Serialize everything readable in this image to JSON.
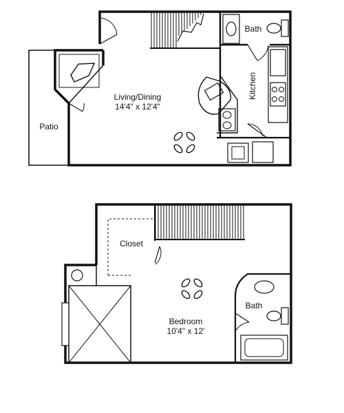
{
  "upper_floor": {
    "living": {
      "name": "Living/Dining",
      "size": "14'4\" x 12'4\""
    },
    "patio": "Patio",
    "kitchen": "Kitchen",
    "bath": "Bath"
  },
  "lower_floor": {
    "bedroom": {
      "name": "Bedroom",
      "size": "10'4\" x 12'"
    },
    "closet": "Closet",
    "bath": "Bath"
  },
  "colors": {
    "wall": "#111111",
    "background": "#ffffff"
  }
}
